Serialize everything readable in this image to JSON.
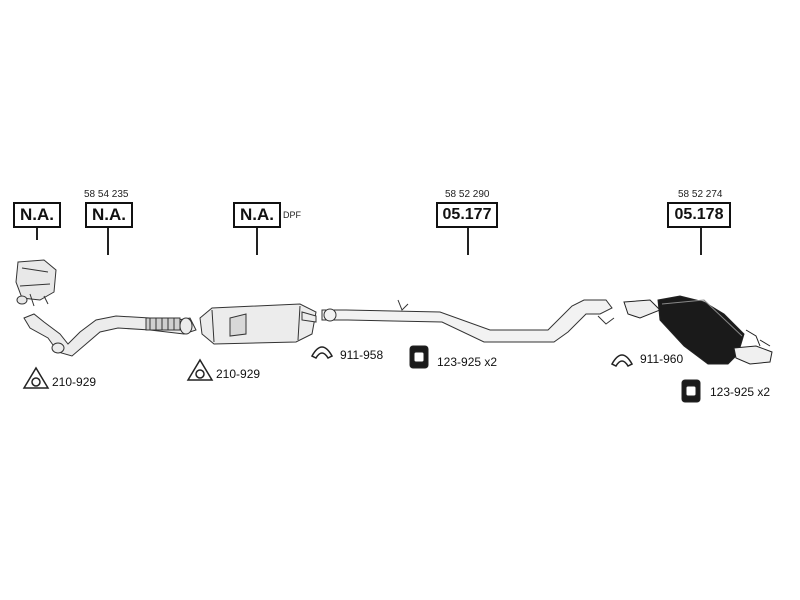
{
  "parts": {
    "catalyst": {
      "label": "N.A.",
      "ref": ""
    },
    "front_pipe": {
      "label": "N.A.",
      "ref": "58 54 235"
    },
    "dpf": {
      "label": "N.A.",
      "ref": "",
      "note": "DPF"
    },
    "middle_pipe": {
      "label": "05.177",
      "ref": "58 52 290"
    },
    "rear_box": {
      "label": "05.178",
      "ref": "58 52 274"
    }
  },
  "accessories": {
    "gasket_1": {
      "label": "210-929",
      "icon": "triangle-gasket-icon"
    },
    "gasket_2": {
      "label": "210-929",
      "icon": "triangle-gasket-icon"
    },
    "clamp_1": {
      "label": "911-958",
      "icon": "clamp-icon"
    },
    "mount_1": {
      "label": "123-925 x2",
      "icon": "rubber-mount-icon"
    },
    "clamp_2": {
      "label": "911-960",
      "icon": "clamp-icon"
    },
    "mount_2": {
      "label": "123-925 x2",
      "icon": "rubber-mount-icon"
    }
  },
  "colors": {
    "line": "#222222",
    "fill_light": "#e6e6e6",
    "fill_dark": "#1a1a1a"
  }
}
